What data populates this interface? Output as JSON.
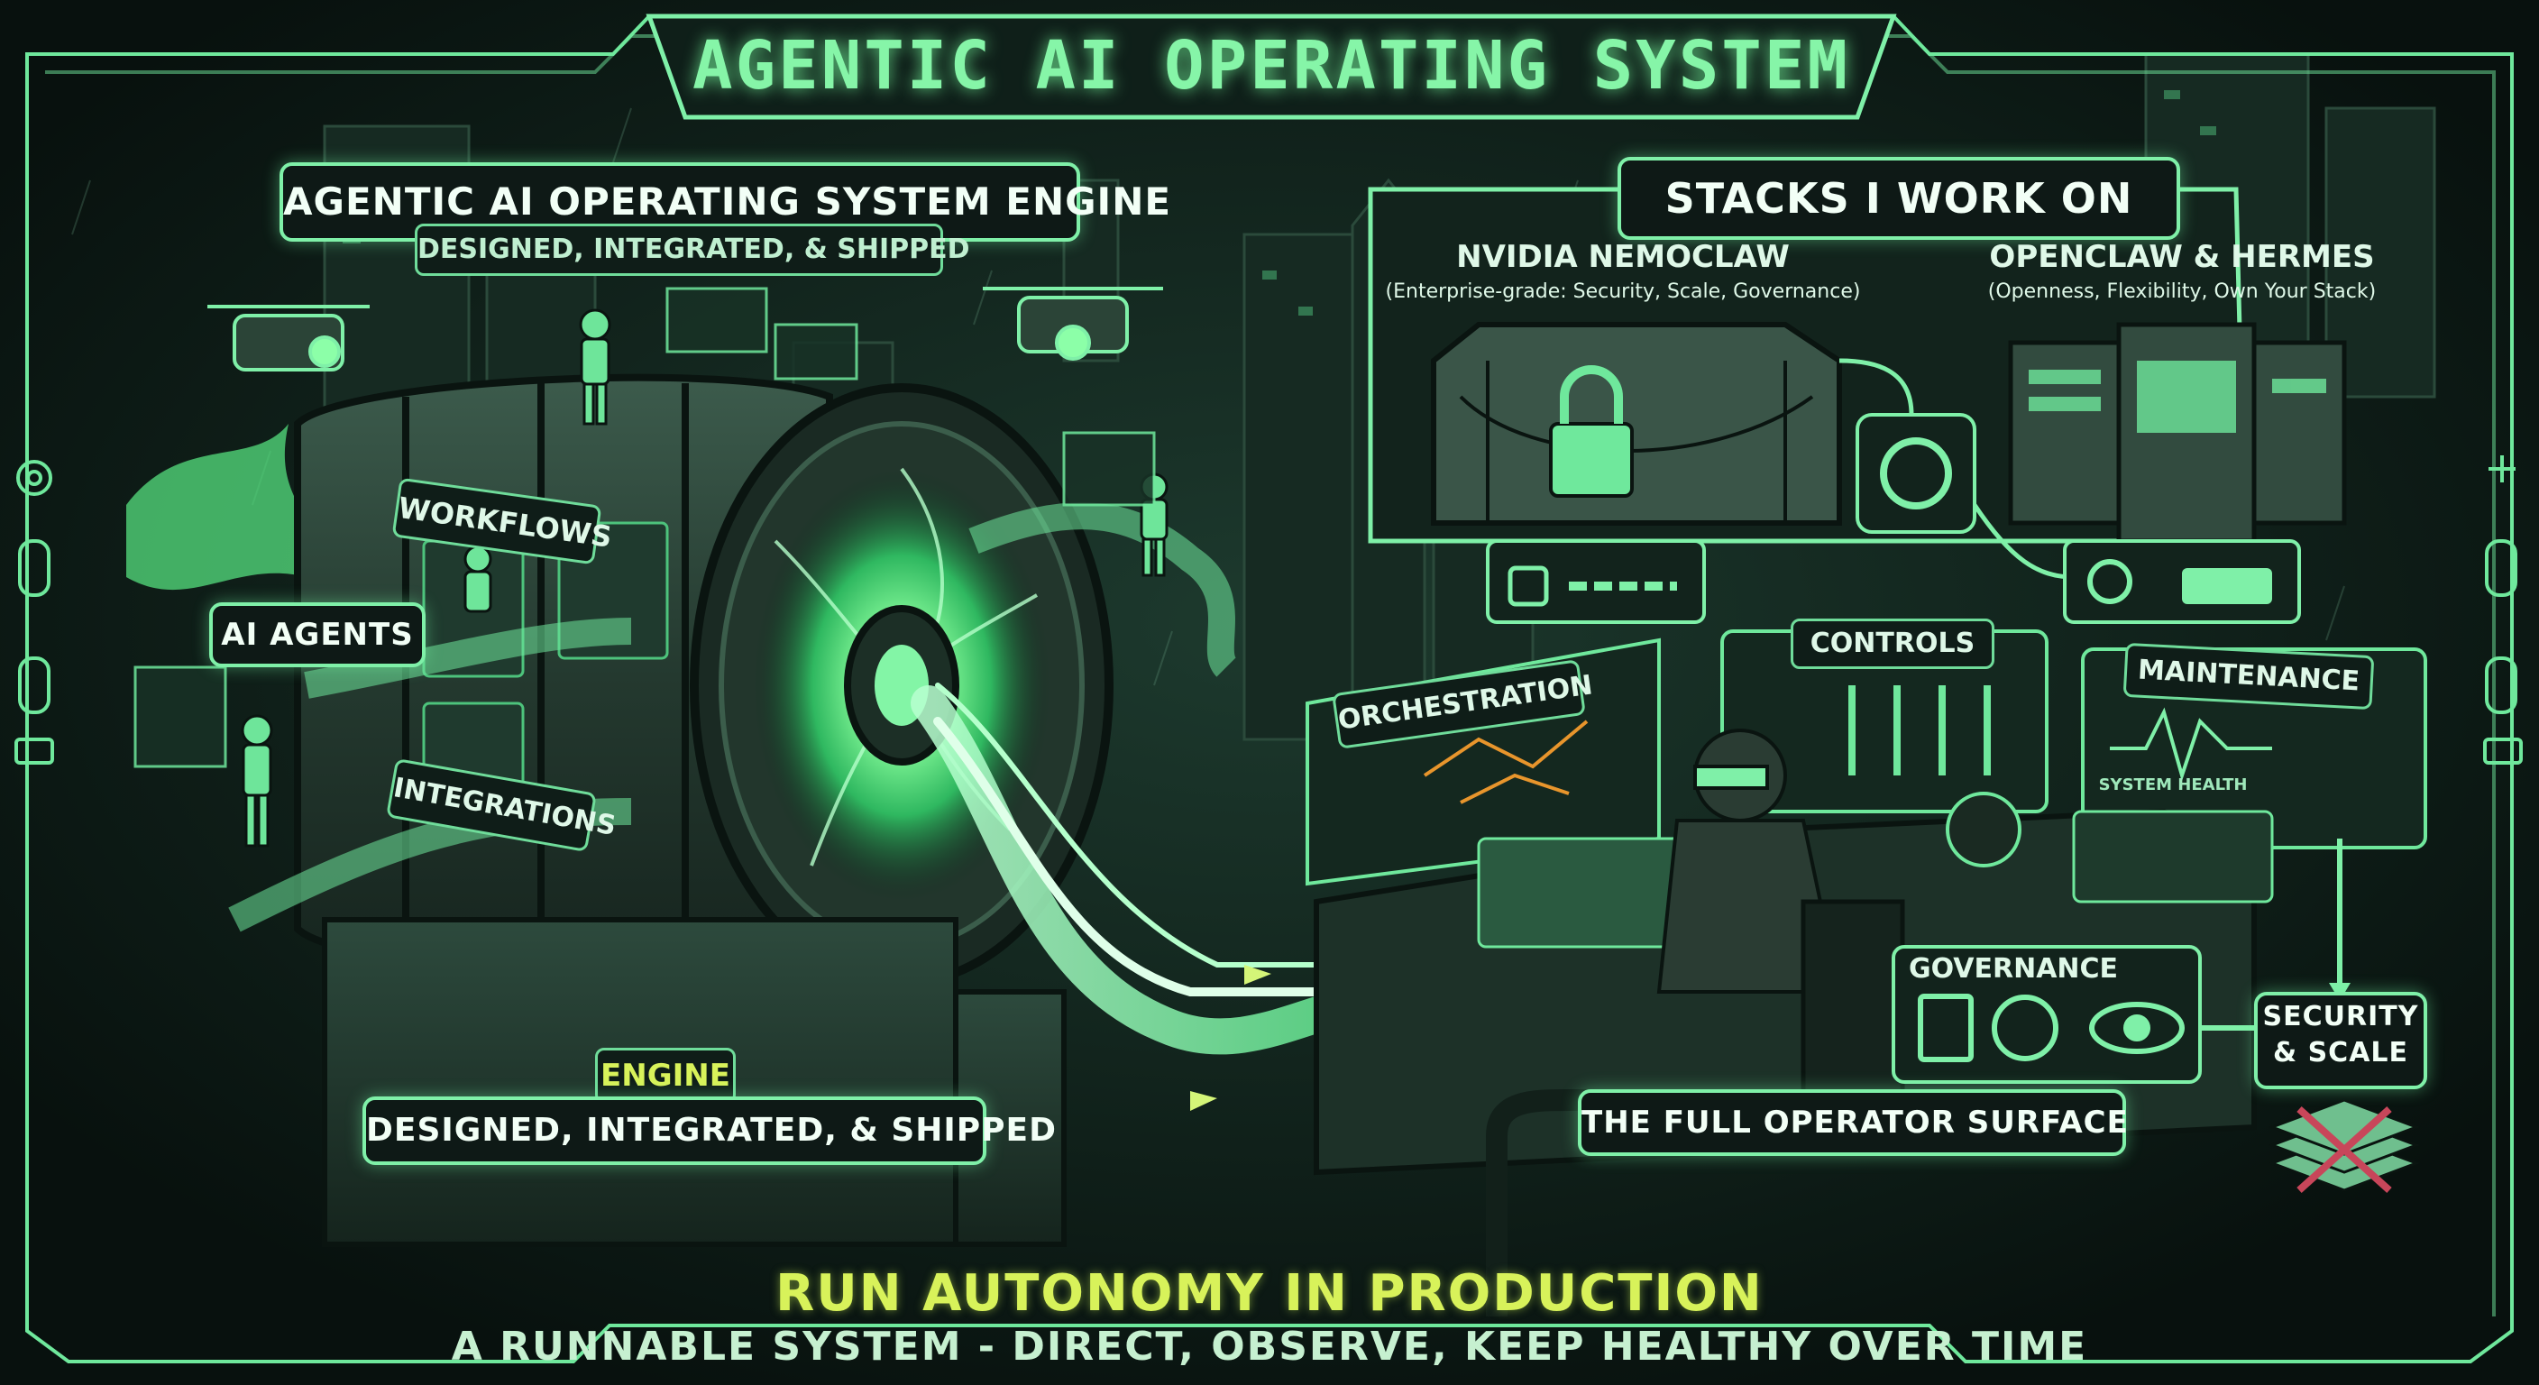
{
  "title": "AGENTIC AI OPERATING SYSTEM",
  "engine_panel": {
    "heading": "AGENTIC AI OPERATING SYSTEM ENGINE",
    "subheading": "DESIGNED, INTEGRATED, & SHIPPED"
  },
  "drum_labels": {
    "workflows": "WORKFLOWS",
    "ai_agents": "AI AGENTS",
    "integrations": "INTEGRATIONS"
  },
  "engine_footer": {
    "heading": "ENGINE",
    "subheading": "DESIGNED, INTEGRATED, & SHIPPED"
  },
  "stacks": {
    "heading": "STACKS I WORK ON",
    "left": {
      "name": "NVIDIA NEMOCLAW",
      "tagline": "(Enterprise-grade: Security, Scale, Governance)"
    },
    "right": {
      "name": "OPENCLAW & HERMES",
      "tagline": "(Openness, Flexibility, Own Your Stack)"
    }
  },
  "operator": {
    "orchestration": "ORCHESTRATION",
    "controls": "CONTROLS",
    "maintenance": "MAINTENANCE",
    "system_health": "SYSTEM HEALTH",
    "governance": "GOVERNANCE",
    "security_scale_line1": "SECURITY",
    "security_scale_line2": "& SCALE",
    "surface": "THE FULL OPERATOR SURFACE"
  },
  "footer": {
    "line1": "RUN AUTONOMY IN PRODUCTION",
    "line2": "A RUNNABLE SYSTEM - DIRECT, OBSERVE, KEEP HEALTHY OVER TIME"
  },
  "icons": [
    "gear-icon",
    "chain-link-icon",
    "padlock-icon",
    "checklist-icon",
    "verified-badge-icon",
    "eye-icon",
    "toolbox-icon",
    "drone-icon"
  ],
  "colors": {
    "background": "#0b1512",
    "neon_green": "#7ff0a8",
    "title_green": "#86f5a8",
    "footer_yellow": "#d8f25a",
    "orange_trace": "#e8952c"
  }
}
